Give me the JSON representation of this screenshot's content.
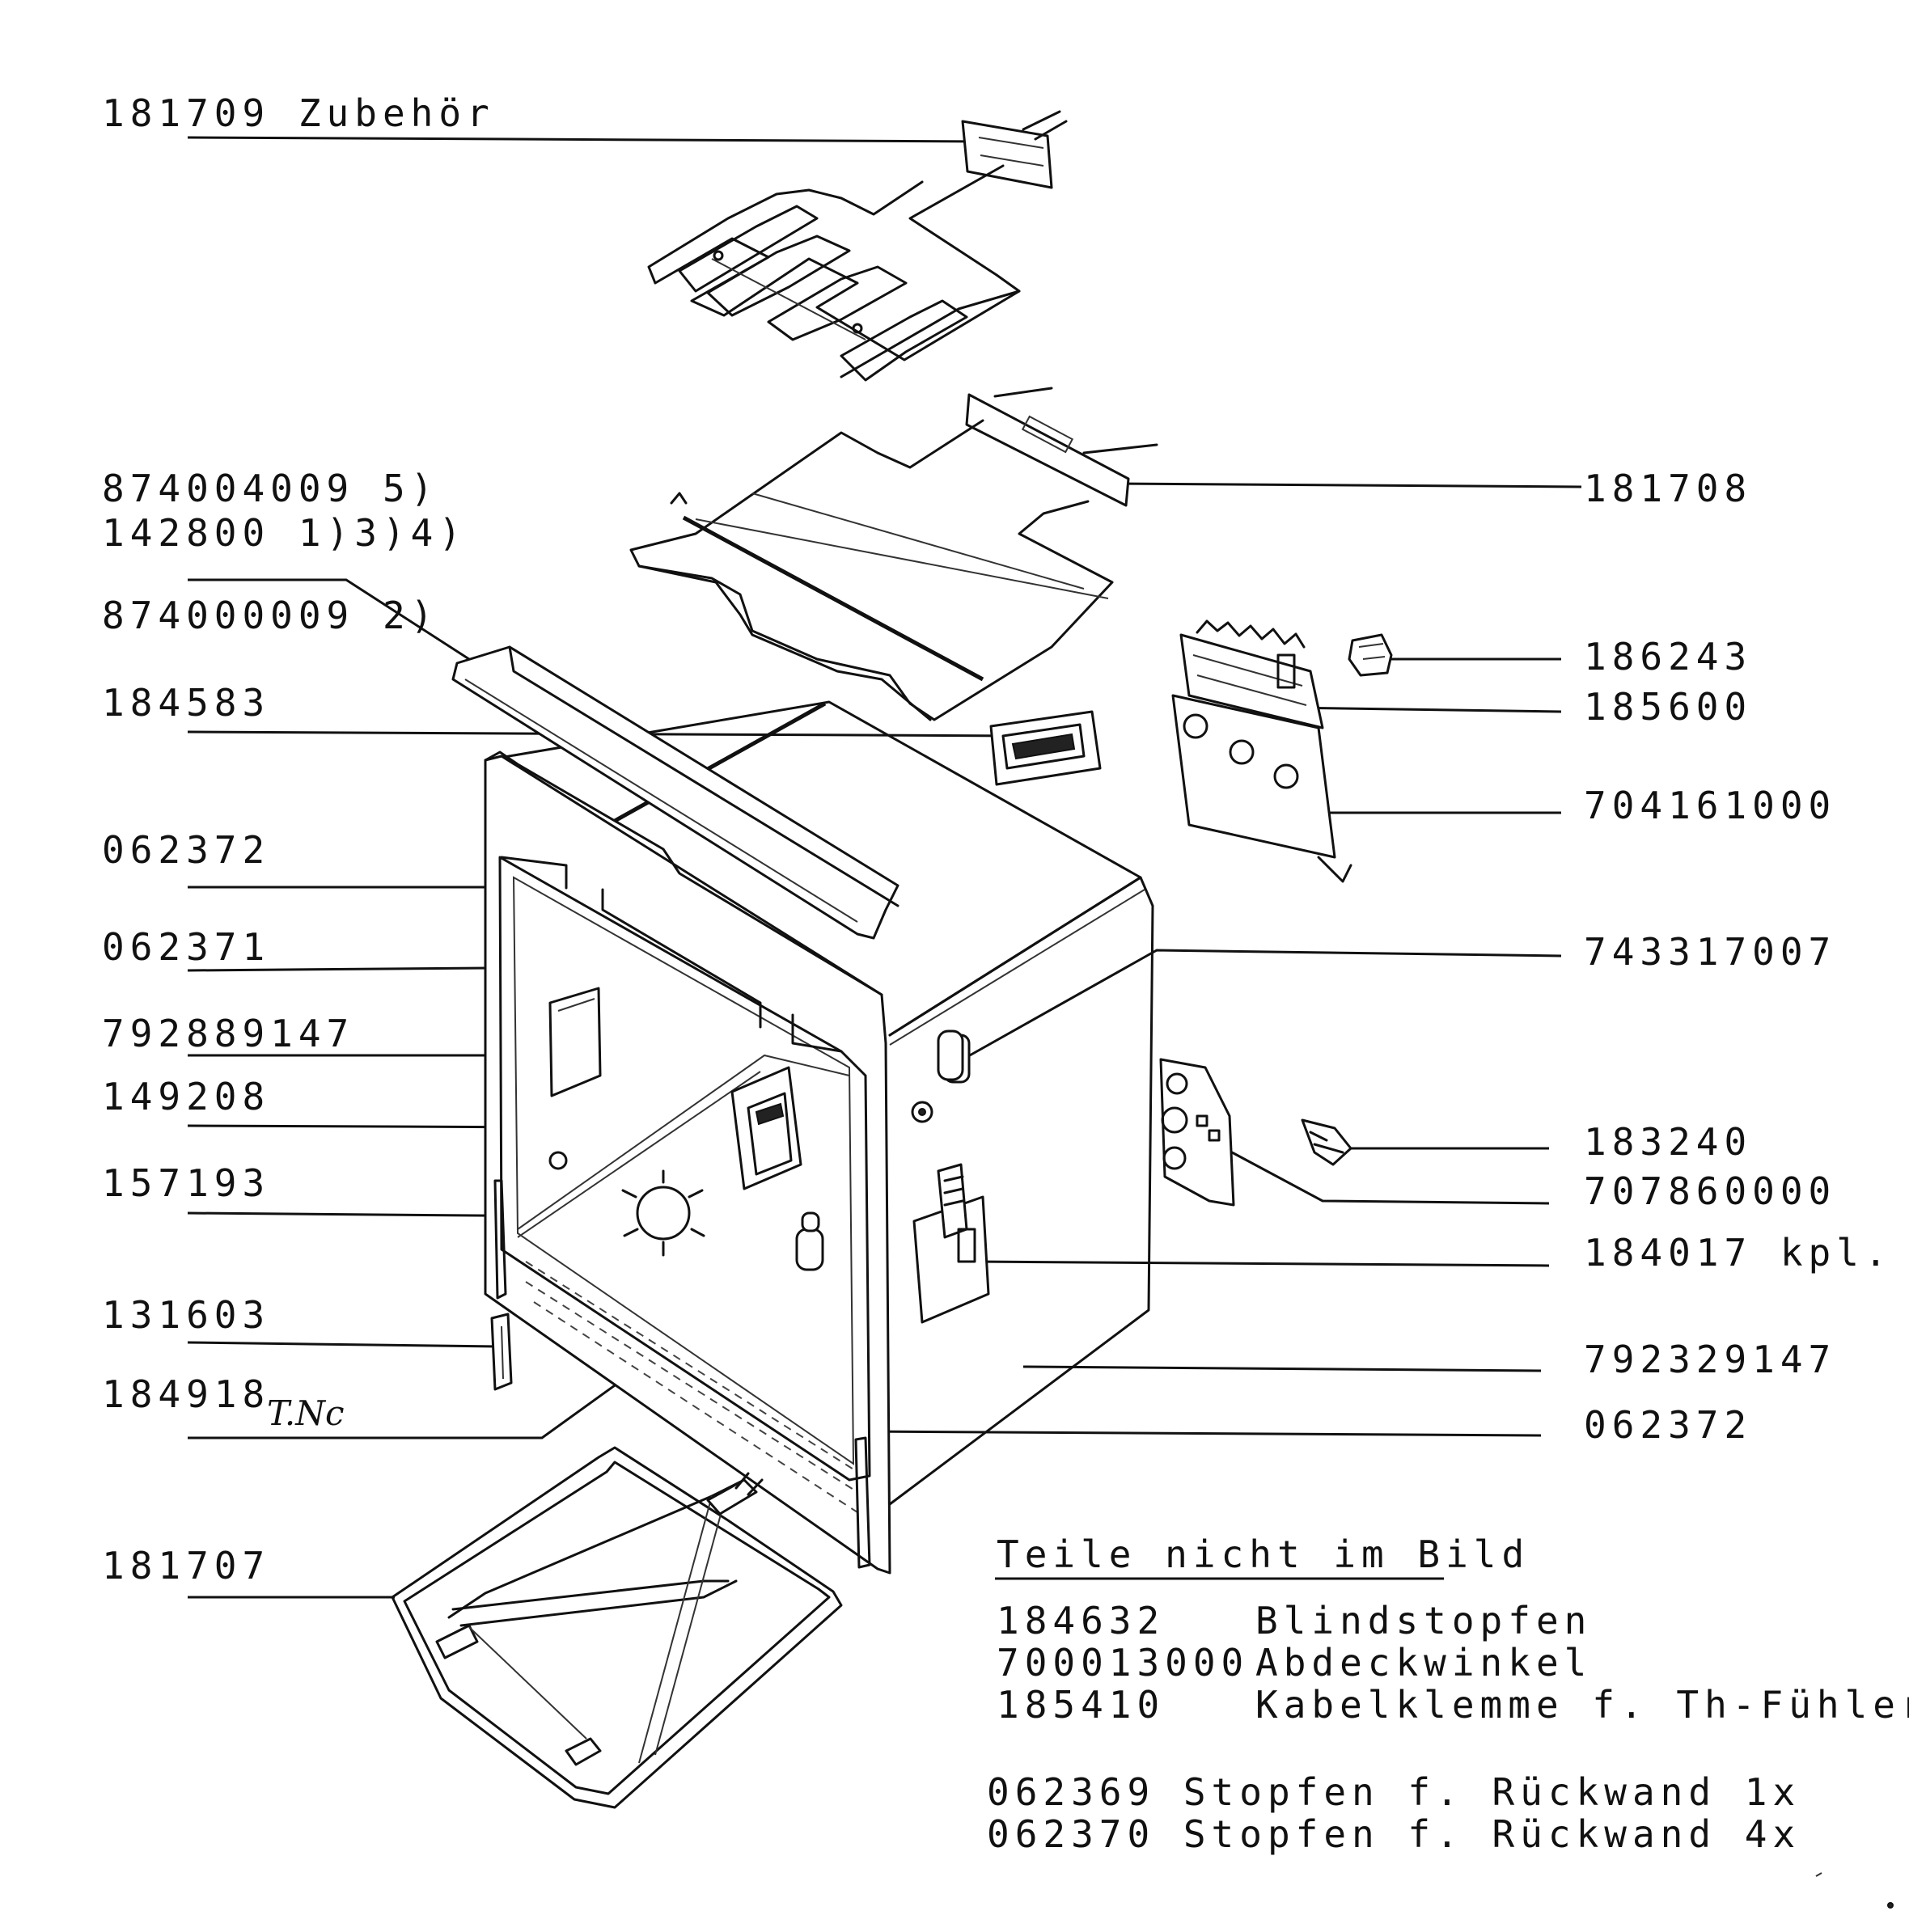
{
  "labels_left": [
    "181709 Zubehör",
    "874004009 5)",
    "142800 1)3)4)",
    "874000009 2)",
    "184583",
    "062372",
    "062371",
    "792889147",
    "149208",
    "157193",
    "131603",
    "184918",
    "181707"
  ],
  "handwritten_note": "T.Nc",
  "labels_right": [
    "181708",
    "186243",
    "185600",
    "704161000",
    "743317007",
    "183240",
    "707860000",
    "184017 kpl.",
    "792329147",
    "062372"
  ],
  "not_shown": {
    "heading": "Teile nicht im Bild",
    "items": [
      {
        "number": "184632",
        "name": "Blindstopfen"
      },
      {
        "number": "700013000",
        "name": "Abdeckwinkel"
      },
      {
        "number": "185410",
        "name": "Kabelklemme f. Th-Fühler"
      }
    ],
    "plugs": [
      "062369 Stopfen f. Rückwand 1x",
      "062370 Stopfen f. Rückwand 4x"
    ]
  }
}
